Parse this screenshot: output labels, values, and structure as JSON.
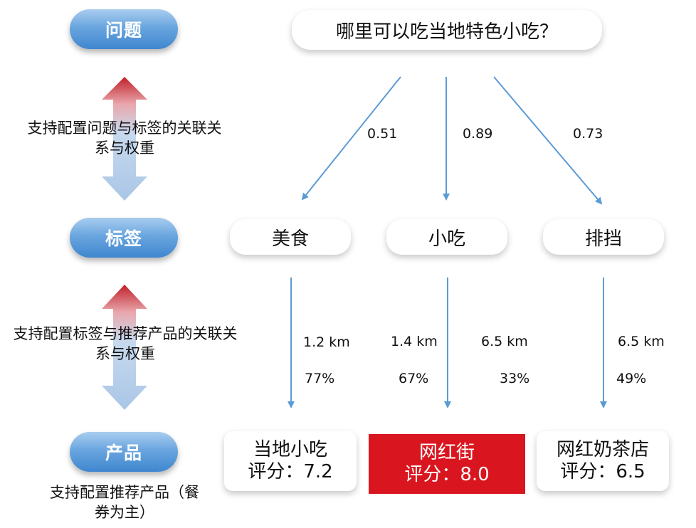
{
  "levels": {
    "question_label": "问题",
    "tag_label": "标签",
    "product_label": "产品"
  },
  "notes": {
    "question_tag": "支持配置问题与标签的关联关系与权重",
    "tag_product": "支持配置标签与推荐产品的关联关系与权重",
    "product": "支持配置推荐产品（餐券为主）"
  },
  "question": {
    "text": "哪里可以吃当地特色小吃？"
  },
  "tags": [
    {
      "label": "美食",
      "weight": "0.51"
    },
    {
      "label": "小吃",
      "weight": "0.89"
    },
    {
      "label": "排挡",
      "weight": "0.73"
    }
  ],
  "links": [
    {
      "distance": "1.2 km",
      "percent": "77%"
    },
    {
      "distance": "1.4 km",
      "percent": "67%"
    },
    {
      "distance": "6.5 km",
      "percent": "33%"
    },
    {
      "distance": "6.5 km",
      "percent": "49%"
    }
  ],
  "products": [
    {
      "name": "当地小吃",
      "score": "评分：7.2",
      "highlighted": false
    },
    {
      "name": "网红街",
      "score": "评分：8.0",
      "highlighted": true
    },
    {
      "name": "网红奶茶店",
      "score": "评分：6.5",
      "highlighted": false
    }
  ],
  "colors": {
    "pill_blue": "#5b9bd5",
    "arrow_blue": "#5b9bd5",
    "highlight_red": "#d9161f",
    "double_arrow_red": "#c0202a",
    "double_arrow_blue": "#a9c6e6"
  }
}
